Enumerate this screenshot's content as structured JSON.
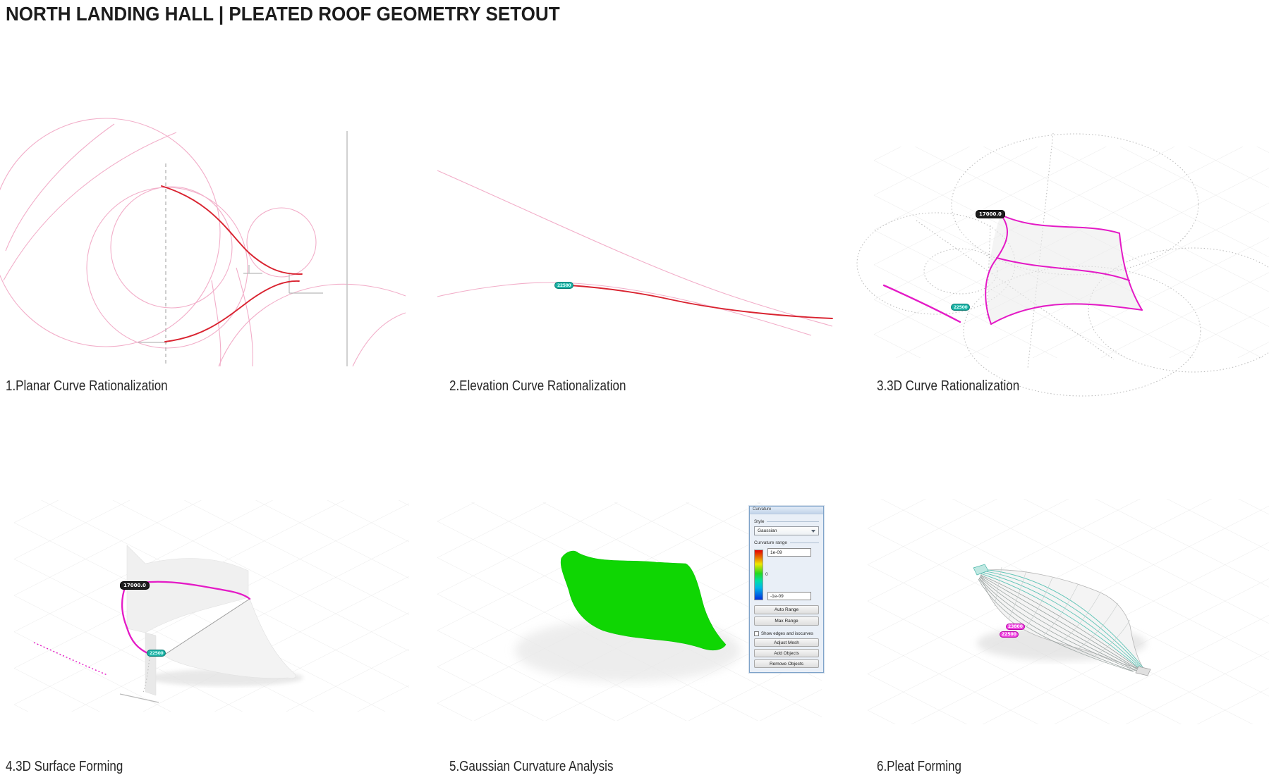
{
  "page": {
    "title": "NORTH LANDING HALL | PLEATED ROOF GEOMETRY SETOUT"
  },
  "panels": {
    "p1": {
      "caption": "1.Planar Curve Rationalization"
    },
    "p2": {
      "caption": "2.Elevation Curve Rationalization",
      "span_tag": "22500"
    },
    "p3": {
      "caption": "3.3D Curve Rationalization",
      "height_tag": "17000.0",
      "span_tag": "22500"
    },
    "p4": {
      "caption": "4.3D Surface Forming",
      "height_tag": "17000.0",
      "span_tag": "22500"
    },
    "p5": {
      "caption": "5.Gaussian Curvature Analysis"
    },
    "p6": {
      "caption": "6.Pleat Forming",
      "pleat_tag_top": "23800",
      "pleat_tag_bottom": "22500"
    }
  },
  "curvature_dialog": {
    "title": "Curvature",
    "style_label": "Style",
    "style_value": "Gaussian",
    "range_label": "Curvature range",
    "range_max": "1e-09",
    "range_mid": "0",
    "range_min": "-1e-09",
    "auto_range": "Auto Range",
    "max_range": "Max Range",
    "edges_checkbox": "Show edges and isocurves",
    "adjust_mesh": "Adjust Mesh",
    "add_objects": "Add Objects",
    "remove_objects": "Remove Objects"
  },
  "colors": {
    "red": "#d92330",
    "pink": "#f2aec9",
    "magenta": "#e41ac6",
    "teal": "#1ab0a4",
    "green": "#0fd603",
    "ink": "#1c1c1c",
    "grid": "#d6d6d6"
  }
}
